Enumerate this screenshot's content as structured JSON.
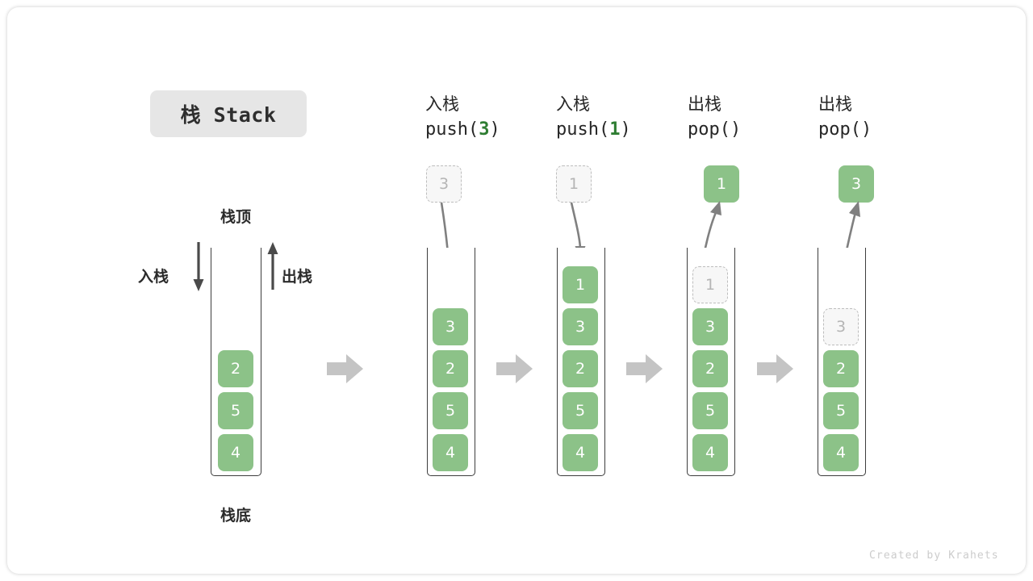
{
  "diagram": {
    "title_badge": "栈 Stack",
    "top_caption": "栈顶",
    "bottom_caption": "栈底",
    "push_side_label": "入栈",
    "pop_side_label": "出栈",
    "credit": "Created by Krahets",
    "colors": {
      "element_green": "#8cc288",
      "ghost_fill": "#f7f7f7",
      "ghost_border": "#bdbdbd",
      "ghost_text": "#b5b5b5",
      "container_border": "#3d3d3d",
      "step_arrow": "#c4c4c4",
      "badge_bg": "#e6e6e6",
      "code_arg": "#2e7d32",
      "credit_text": "#cccccc"
    }
  },
  "stages": [
    {
      "id": "initial",
      "header_cn": "",
      "header_code": "",
      "header_arg": "",
      "stack": [
        "2",
        "5",
        "4"
      ],
      "floating": null,
      "ghost_in_stack": null,
      "ghost_above": null
    },
    {
      "id": "push-3",
      "header_cn": "入栈",
      "header_code_prefix": "push(",
      "header_arg": "3",
      "header_code_suffix": ")",
      "stack": [
        "3",
        "2",
        "5",
        "4"
      ],
      "ghost_above": "3",
      "ghost_in_stack": null,
      "floating": null
    },
    {
      "id": "push-1",
      "header_cn": "入栈",
      "header_code_prefix": "push(",
      "header_arg": "1",
      "header_code_suffix": ")",
      "stack": [
        "1",
        "3",
        "2",
        "5",
        "4"
      ],
      "ghost_above": "1",
      "ghost_in_stack": null,
      "floating": null
    },
    {
      "id": "pop-1",
      "header_cn": "出栈",
      "header_code_prefix": "pop(",
      "header_arg": "",
      "header_code_suffix": ")",
      "stack": [
        "3",
        "2",
        "5",
        "4"
      ],
      "ghost_in_stack": "1",
      "floating": "1",
      "ghost_above": null
    },
    {
      "id": "pop-3",
      "header_cn": "出栈",
      "header_code_prefix": "pop(",
      "header_arg": "",
      "header_code_suffix": ")",
      "stack": [
        "2",
        "5",
        "4"
      ],
      "ghost_in_stack": "3",
      "floating": "3",
      "ghost_above": null
    }
  ]
}
